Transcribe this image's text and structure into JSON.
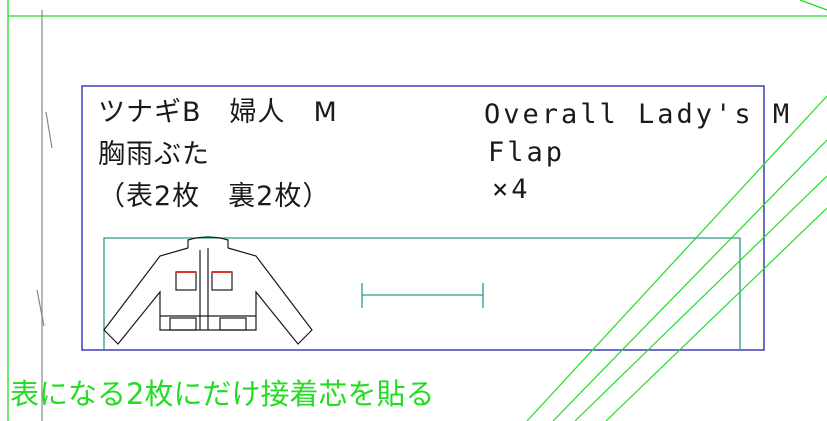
{
  "pattern": {
    "title_jp": "ツナギB　婦人　M",
    "part_jp": "胸雨ぶた",
    "count_jp": "（表2枚　裏2枚）",
    "title_en": "Overall Lady's M",
    "part_en": "Flap",
    "quantity": "×4"
  },
  "note": {
    "text": "表になる2枚にだけ接着芯を貼る"
  },
  "colors": {
    "border_green": "#22dd22",
    "frame_blue": "#2020b0",
    "inner_teal": "#2a9a8a",
    "pocket_red": "#e03030",
    "ink": "#1a1a1a",
    "gray_line": "#888888"
  },
  "icons": {
    "garment": "jacket-icon",
    "grainline": "grainline-icon"
  }
}
